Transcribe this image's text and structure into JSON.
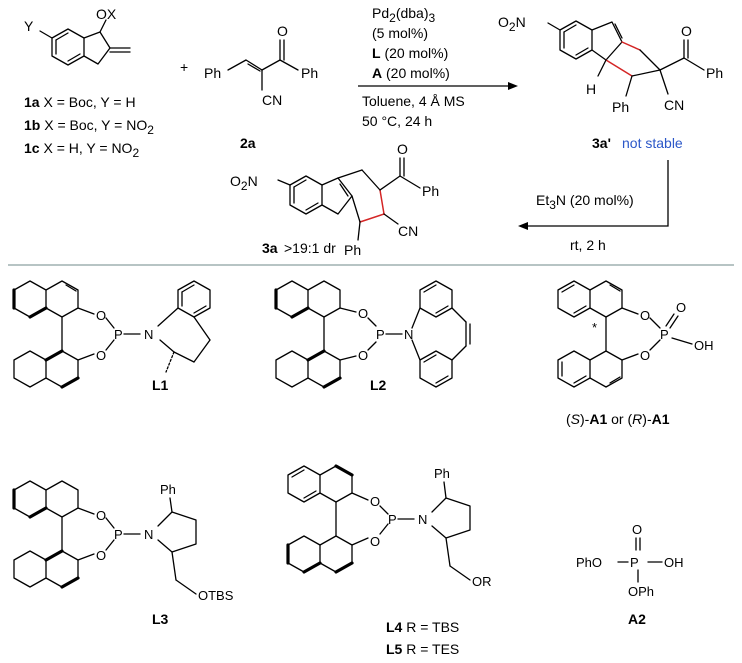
{
  "reaction": {
    "sm": {
      "x_group": "OX",
      "y_group": "Y"
    },
    "compounds": [
      {
        "bold": "1a",
        "text": " X = Boc, Y = H"
      },
      {
        "bold": "1b",
        "text": " X = Boc, Y = NO",
        "sub": "2"
      },
      {
        "bold": "1c",
        "text": " X = H, Y = NO",
        "sub": "2"
      }
    ],
    "plus": "+",
    "enone": {
      "id": "2a",
      "ph_left": "Ph",
      "ph_right": "Ph",
      "oxygen": "O",
      "nitrile": "CN"
    },
    "conditions_top": {
      "catalyst_a": "Pd",
      "catalyst_sub1": "2",
      "catalyst_b": "(dba)",
      "catalyst_sub2": "3",
      "line2": "(5 mol%)",
      "ligand_bold": "L",
      "ligand_rest": " (20 mol%)",
      "acid_bold": "A",
      "acid_rest": " (20 mol%)",
      "line5": "Toluene, 4 Å MS",
      "line6": "50 °C, 24 h"
    },
    "product_unstable": {
      "id": "3a'",
      "note": "not stable",
      "nitro_n": "O",
      "nitro_sub": "2",
      "nitro_tail": "N",
      "h": "H",
      "ph_bottom": "Ph",
      "ph_right": "Ph",
      "oxygen": "O",
      "nitrile": "CN"
    },
    "conditions_bottom": {
      "reagent_a": "Et",
      "reagent_sub": "3",
      "reagent_b": "N (20 mol%)",
      "line2": "rt, 2 h"
    },
    "product_stable": {
      "id": "3a",
      "dr": ">19:1 dr",
      "nitro_o": "O",
      "nitro_sub": "2",
      "nitro_tail": "N",
      "ph_bottom": "Ph",
      "ph_right": "Ph",
      "oxygen": "O",
      "nitrile": "CN"
    }
  },
  "catalysts": {
    "L1": {
      "id": "L1",
      "o": "O",
      "p": "P",
      "n": "N"
    },
    "L2": {
      "id": "L2",
      "o": "O",
      "p": "P",
      "n": "N"
    },
    "A1": {
      "o": "O",
      "p": "P",
      "oh": "OH",
      "star": "*",
      "paren_l": "(",
      "s": "S",
      "paren_r": ")-",
      "a1": "A1",
      "or": " or ",
      "r": "R"
    },
    "L3": {
      "id": "L3",
      "o": "O",
      "p": "P",
      "n": "N",
      "ph": "Ph",
      "otbs": "OTBS"
    },
    "L45": {
      "o": "O",
      "p": "P",
      "n": "N",
      "ph": "Ph",
      "or_group": "OR",
      "l4": "L4",
      "l4_text": " R = TBS",
      "l5": "L5",
      "l5_text": " R = TES"
    },
    "A2": {
      "id": "A2",
      "pho_left": "PhO",
      "p": "P",
      "oh": "OH",
      "o": "O",
      "oph": "OPh"
    }
  },
  "colors": {
    "red_bond": "#d42525",
    "note_blue": "#2b57c8"
  }
}
